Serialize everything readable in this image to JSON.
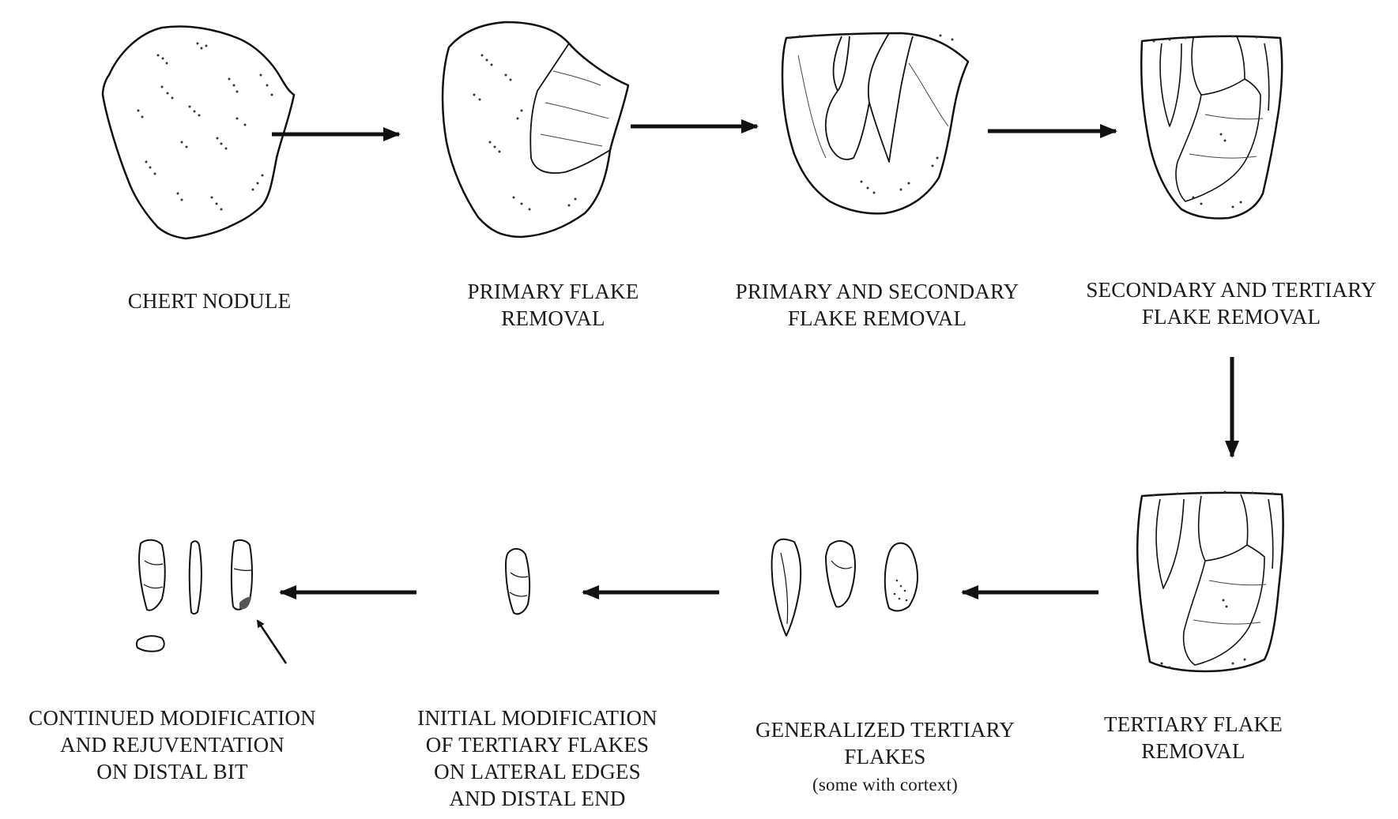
{
  "stages": [
    {
      "id": "chert-nodule",
      "lines": [
        "CHERT NODULE"
      ]
    },
    {
      "id": "primary-flake-removal",
      "lines": [
        "PRIMARY FLAKE",
        "REMOVAL"
      ]
    },
    {
      "id": "primary-secondary-removal",
      "lines": [
        "PRIMARY AND SECONDARY",
        "FLAKE REMOVAL"
      ]
    },
    {
      "id": "secondary-tertiary-removal",
      "lines": [
        "SECONDARY AND TERTIARY",
        "FLAKE REMOVAL"
      ]
    },
    {
      "id": "tertiary-flake-removal",
      "lines": [
        "TERTIARY FLAKE",
        "REMOVAL"
      ]
    },
    {
      "id": "generalized-tertiary-flakes",
      "lines": [
        "GENERALIZED TERTIARY",
        "FLAKES"
      ],
      "note": "(some with cortext)"
    },
    {
      "id": "initial-modification",
      "lines": [
        "INITIAL MODIFICATION",
        "OF TERTIARY FLAKES",
        "ON LATERAL EDGES",
        "AND DISTAL END"
      ]
    },
    {
      "id": "continued-modification",
      "lines": [
        "CONTINUED MODIFICATION",
        "AND REJUVENTATION",
        "ON DISTAL BIT"
      ]
    }
  ],
  "flow": "chert-nodule → primary-flake-removal → primary-secondary-removal → secondary-tertiary-removal → tertiary-flake-removal → generalized-tertiary-flakes → initial-modification → continued-modification",
  "colors": {
    "ink": "#1a1a1a",
    "background": "#ffffff"
  }
}
